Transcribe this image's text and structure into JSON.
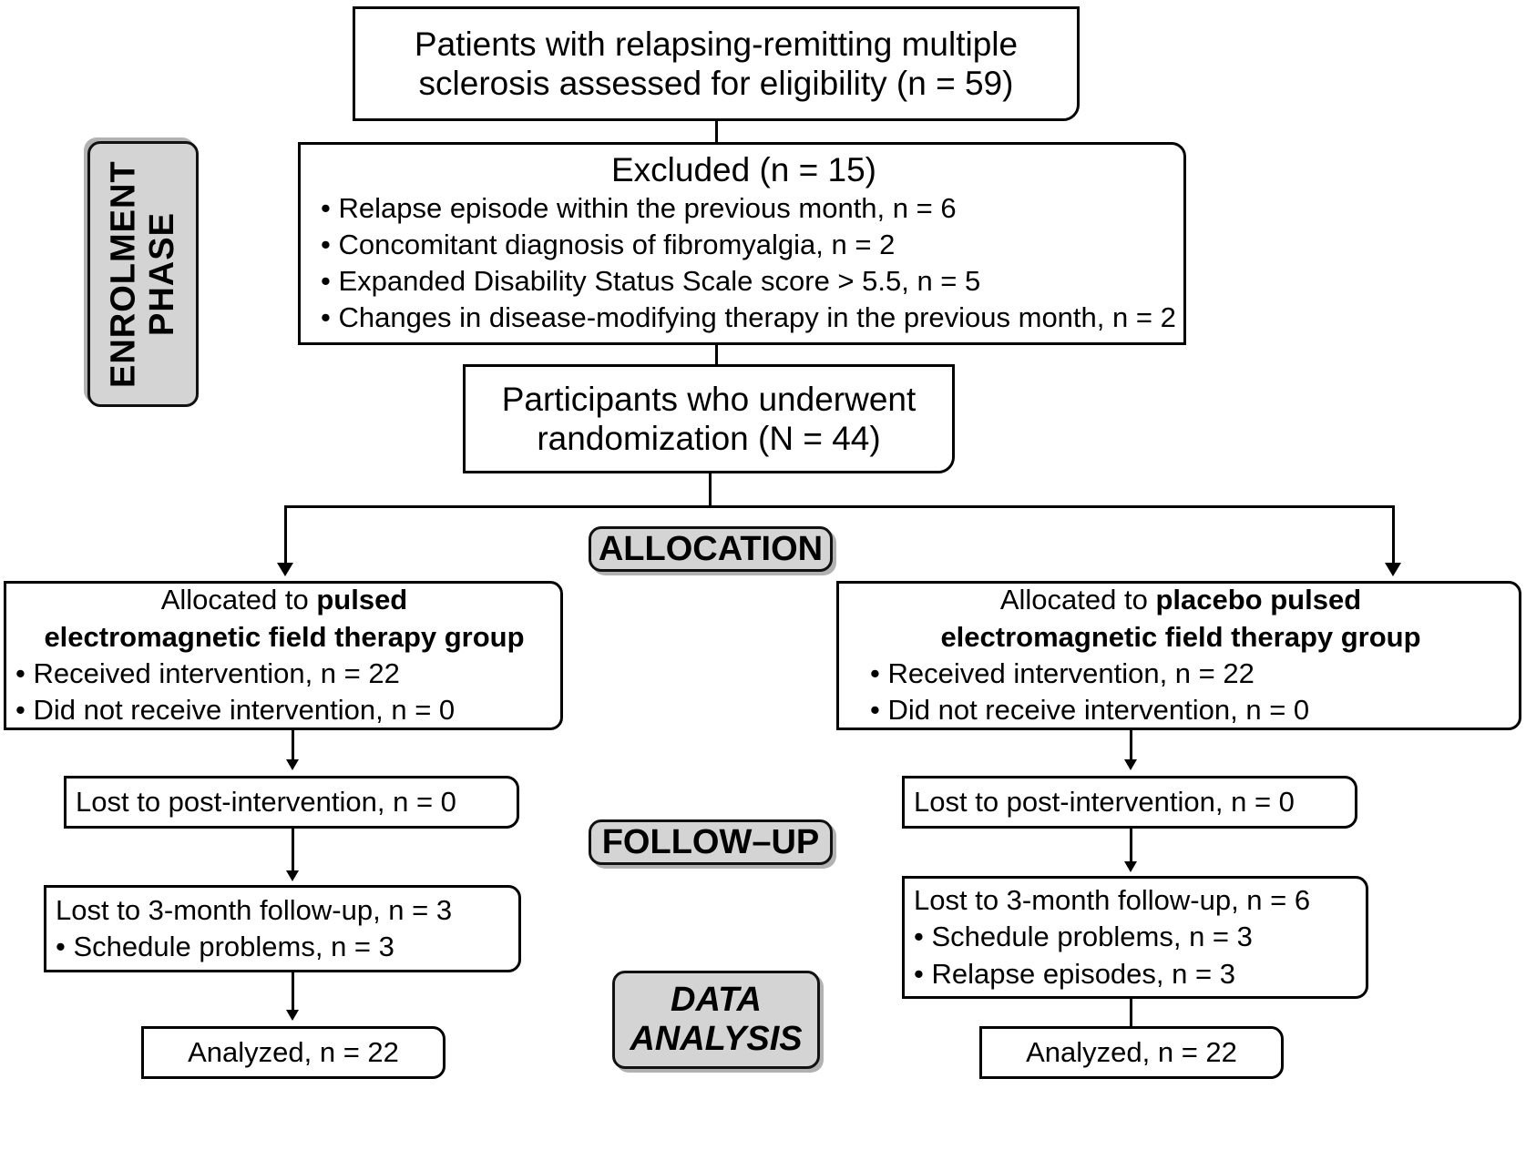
{
  "diagram": {
    "title": "CONSORT participant flow diagram",
    "colors": {
      "pill_fill": "#d4d4d4",
      "box_fill": "#ffffff",
      "stroke": "#000000"
    }
  },
  "phases": {
    "enrolment": "ENROLMENT\nPHASE",
    "allocation": "ALLOCATION",
    "follow_up": "FOLLOW–UP",
    "data_analysis": "DATA\nANALYSIS"
  },
  "nodes": {
    "assessed": {
      "line1": "Patients with relapsing-remitting multiple",
      "line2": "sclerosis assessed for eligibility (n = 59)"
    },
    "excluded": {
      "heading": "Excluded (n = 15)",
      "bullets": [
        "Relapse episode within the previous month, n = 6",
        "Concomitant diagnosis of fibromyalgia, n = 2",
        "Expanded Disability Status Scale score > 5.5, n = 5",
        "Changes in disease-modifying therapy in the previous month, n = 2"
      ]
    },
    "randomized": {
      "line1": "Participants who underwent",
      "line2": "randomization (N = 44)"
    },
    "left_allocation": {
      "line1_prefix": "Allocated to ",
      "line1_bold": "pulsed",
      "line2_bold": "electromagnetic field therapy group",
      "bullets": [
        "Received intervention, n = 22",
        "Did not receive intervention, n = 0"
      ]
    },
    "right_allocation": {
      "line1_prefix": "Allocated to ",
      "line1_bold": "placebo pulsed",
      "line2_bold": "electromagnetic field therapy group",
      "bullets": [
        "Received intervention, n = 22",
        "Did not receive intervention, n = 0"
      ]
    },
    "left_lost_post": {
      "text": "Lost to post-intervention, n = 0"
    },
    "right_lost_post": {
      "text": "Lost to post-intervention, n = 0"
    },
    "left_lost_3month": {
      "heading": "Lost to 3-month follow-up, n = 3",
      "bullets": [
        "Schedule problems, n = 3"
      ]
    },
    "right_lost_3month": {
      "heading": "Lost to 3-month follow-up, n = 6",
      "bullets": [
        "Schedule problems, n = 3",
        "Relapse episodes, n = 3"
      ]
    },
    "left_analyzed": {
      "text": "Analyzed, n = 22"
    },
    "right_analyzed": {
      "text": "Analyzed, n = 22"
    }
  },
  "chart_data": {
    "type": "diagram",
    "title": "CONSORT flow of participants",
    "stages": [
      {
        "phase": "ENROLMENT PHASE",
        "nodes": [
          {
            "label": "Patients with relapsing-remitting multiple sclerosis assessed for eligibility",
            "n": 59
          },
          {
            "label": "Excluded",
            "n": 15,
            "reasons": [
              {
                "label": "Relapse episode within the previous month",
                "n": 6
              },
              {
                "label": "Concomitant diagnosis of fibromyalgia",
                "n": 2
              },
              {
                "label": "Expanded Disability Status Scale score > 5.5",
                "n": 5
              },
              {
                "label": "Changes in disease-modifying therapy in the previous month",
                "n": 2
              }
            ]
          },
          {
            "label": "Participants who underwent randomization",
            "n": 44
          }
        ]
      },
      {
        "phase": "ALLOCATION",
        "arms": [
          {
            "arm": "pulsed electromagnetic field therapy group",
            "received_intervention": 22,
            "did_not_receive_intervention": 0
          },
          {
            "arm": "placebo pulsed electromagnetic field therapy group",
            "received_intervention": 22,
            "did_not_receive_intervention": 0
          }
        ]
      },
      {
        "phase": "FOLLOW–UP",
        "arms": [
          {
            "arm": "pulsed",
            "lost_post_intervention": 0,
            "lost_3month": 3,
            "lost_3month_reasons": [
              {
                "label": "Schedule problems",
                "n": 3
              }
            ]
          },
          {
            "arm": "placebo",
            "lost_post_intervention": 0,
            "lost_3month": 6,
            "lost_3month_reasons": [
              {
                "label": "Schedule problems",
                "n": 3
              },
              {
                "label": "Relapse episodes",
                "n": 3
              }
            ]
          }
        ]
      },
      {
        "phase": "DATA ANALYSIS",
        "arms": [
          {
            "arm": "pulsed",
            "analyzed": 22
          },
          {
            "arm": "placebo",
            "analyzed": 22
          }
        ]
      }
    ]
  }
}
